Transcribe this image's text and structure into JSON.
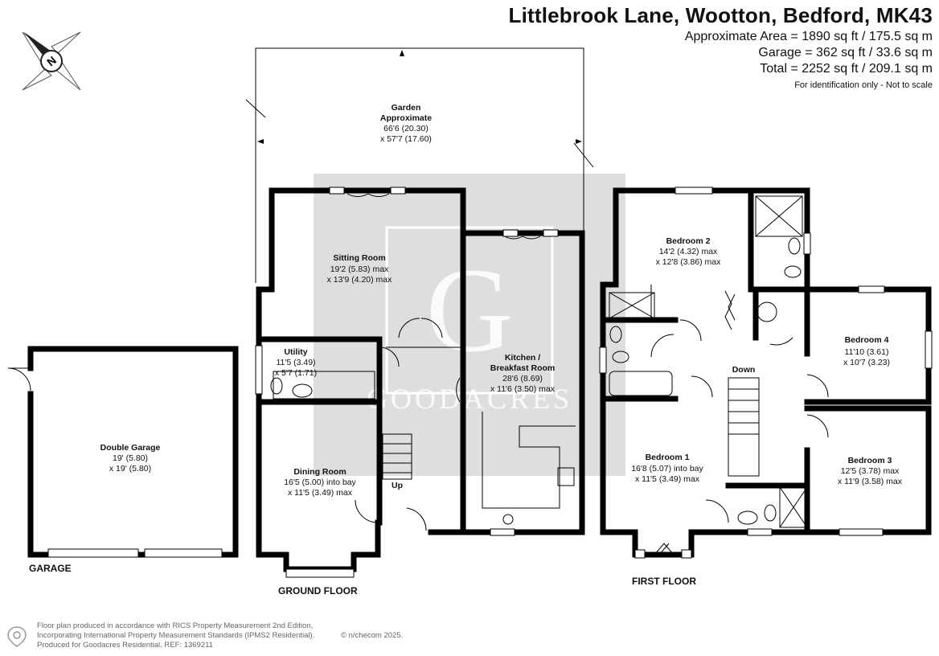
{
  "header": {
    "title": "Littlebrook Lane, Wootton, Bedford, MK43",
    "areas": [
      "Approximate Area = 1890 sq ft / 175.5 sq m",
      "Garage = 362 sq ft / 33.6 sq m",
      "Total = 2252 sq ft / 209.1 sq m"
    ],
    "note": "For identification only - Not to scale"
  },
  "compass": {
    "letter": "N"
  },
  "watermark": {
    "letter": "G",
    "word": "GOODACRES"
  },
  "floors": {
    "garage": "GARAGE",
    "ground": "GROUND FLOOR",
    "first": "FIRST FLOOR"
  },
  "rooms": {
    "garden": {
      "name1": "Garden",
      "name2": "Approximate",
      "dim1": "66'6 (20.30)",
      "dim2": "x 57'7 (17.60)"
    },
    "sitting": {
      "name": "Sitting Room",
      "dim1": "19'2 (5.83) max",
      "dim2": "x 13'9 (4.20) max"
    },
    "utility": {
      "name": "Utility",
      "dim1": "11'5 (3.49)",
      "dim2": "x 5'7 (1.71)"
    },
    "kitchen": {
      "name1": "Kitchen /",
      "name2": "Breakfast Room",
      "dim1": "28'6 (8.69)",
      "dim2": "x 11'6 (3.50) max"
    },
    "dining": {
      "name": "Dining Room",
      "dim1": "16'5 (5.00) into bay",
      "dim2": "x 11'5 (3.49) max"
    },
    "garage": {
      "name": "Double Garage",
      "dim1": "19' (5.80)",
      "dim2": "x 19' (5.80)"
    },
    "bed1": {
      "name": "Bedroom 1",
      "dim1": "16'8 (5.07) into bay",
      "dim2": "x 11'5 (3.49) max"
    },
    "bed2": {
      "name": "Bedroom 2",
      "dim1": "14'2 (4.32) max",
      "dim2": "x 12'8 (3.86) max"
    },
    "bed3": {
      "name": "Bedroom 3",
      "dim1": "12'5 (3.78) max",
      "dim2": "x 11'9 (3.58) max"
    },
    "bed4": {
      "name": "Bedroom 4",
      "dim1": "11'10 (3.61)",
      "dim2": "x 10'7 (3.23)"
    }
  },
  "stairs": {
    "up": "Up",
    "down": "Down"
  },
  "footer": {
    "line1": "Floor plan produced in accordance with RICS Property Measurement 2nd Edition,",
    "line2": "Incorporating International Property Measurement Standards (IPMS2 Residential).",
    "line3": "Produced for Goodacres Residential.   REF: 1369211",
    "copyright": "© n/checom 2025."
  },
  "colors": {
    "wall": "#000000",
    "watermark": "#c8c8c8",
    "background": "#ffffff"
  }
}
